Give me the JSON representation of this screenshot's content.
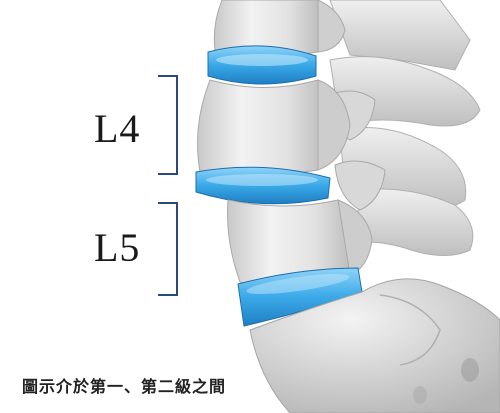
{
  "labels": {
    "upper": "L4",
    "lower": "L5"
  },
  "caption": "圖示介於第一、第二級之間",
  "colors": {
    "disc": "#3aa9e8",
    "disc_highlight": "#8fd3f7",
    "bone": "#e6e6e6",
    "bone_shadow": "#b9b9b9",
    "bracket": "#2b4a7a"
  }
}
